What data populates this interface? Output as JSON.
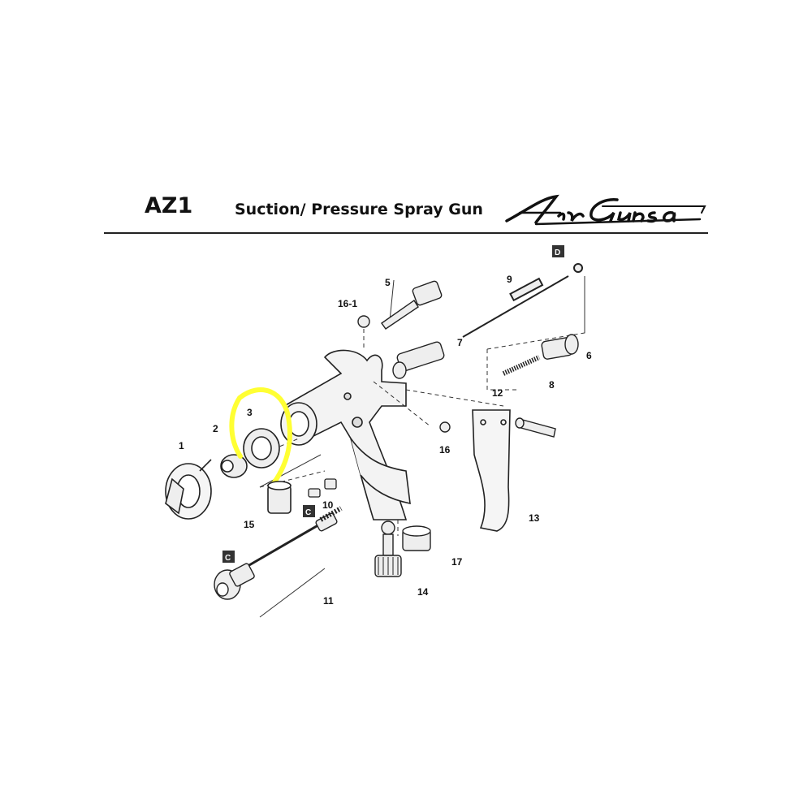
{
  "header": {
    "model": "AZ1",
    "subtitle": "Suction/ Pressure Spray Gun",
    "brand": "Air Gunsa"
  },
  "highlight_color": "#ffff33",
  "parts": [
    {
      "id": "1",
      "label": "1"
    },
    {
      "id": "2",
      "label": "2"
    },
    {
      "id": "3",
      "label": "3"
    },
    {
      "id": "5",
      "label": "5"
    },
    {
      "id": "6",
      "label": "6"
    },
    {
      "id": "7",
      "label": "7"
    },
    {
      "id": "8",
      "label": "8"
    },
    {
      "id": "9",
      "label": "9"
    },
    {
      "id": "10",
      "label": "10"
    },
    {
      "id": "11",
      "label": "11"
    },
    {
      "id": "12",
      "label": "12"
    },
    {
      "id": "13",
      "label": "13"
    },
    {
      "id": "14",
      "label": "14"
    },
    {
      "id": "15",
      "label": "15"
    },
    {
      "id": "16",
      "label": "16"
    },
    {
      "id": "16-1",
      "label": "16-1"
    },
    {
      "id": "17",
      "label": "17"
    }
  ],
  "markers": [
    {
      "id": "D",
      "label": "D"
    },
    {
      "id": "C-a",
      "label": "C"
    },
    {
      "id": "C-b",
      "label": "C"
    }
  ]
}
